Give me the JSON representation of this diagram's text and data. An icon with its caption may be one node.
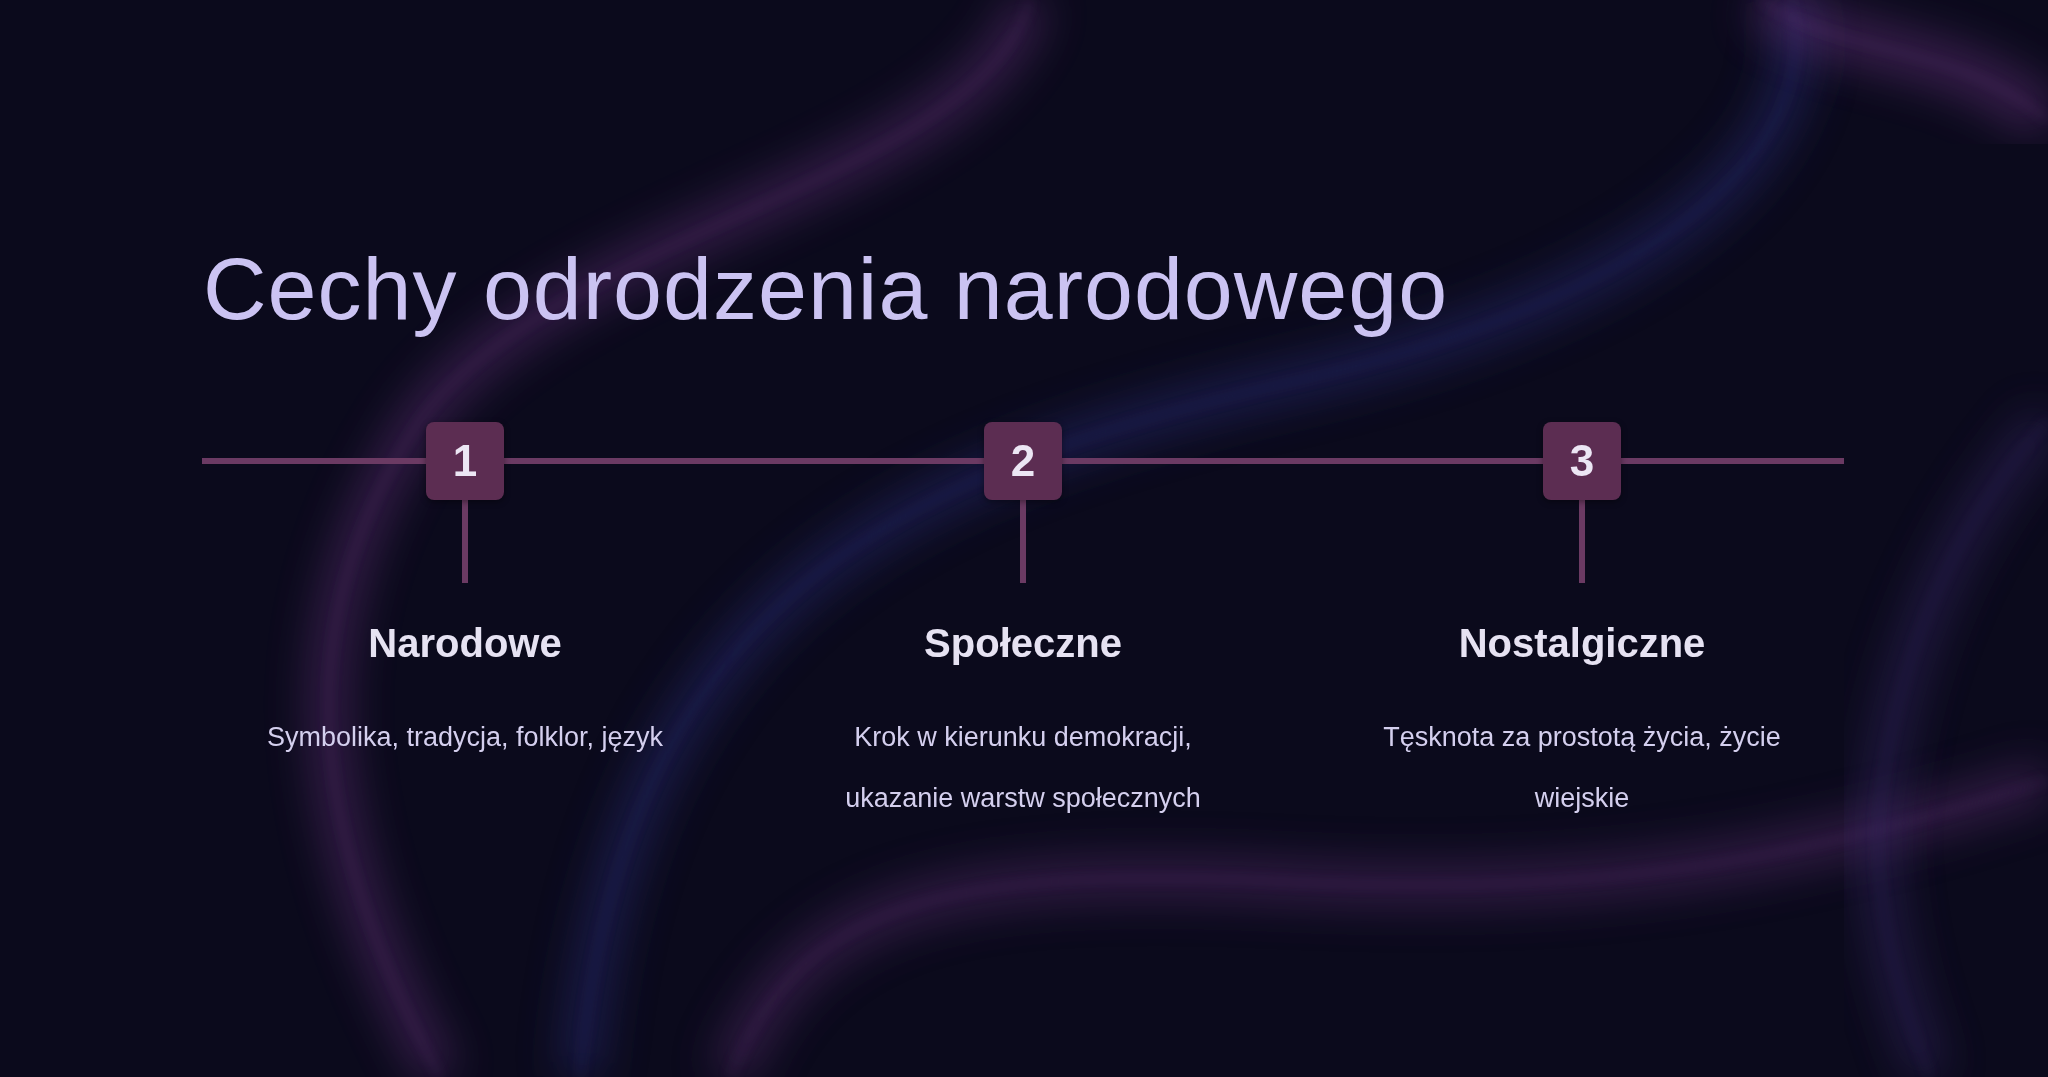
{
  "diagram": {
    "title": "Cechy odrodzenia narodowego",
    "nodes": [
      {
        "text": [
          "1"
        ]
      },
      {
        "text": [
          "Narodowe",
          "Symbolika, tradycja, folklor, język"
        ]
      },
      {
        "text": [
          "2"
        ]
      },
      {
        "text": [
          "Społeczne",
          "Krok w kierunku demokracji, ukazanie warstw społecznych"
        ]
      },
      {
        "text": [
          "3"
        ]
      },
      {
        "text": [
          "Nostalgiczne",
          "Tęsknota za prostotą życia, życie wiejskie"
        ]
      }
    ],
    "edges": [
      {
        "from": null,
        "to": 0,
        "arrow": "none"
      },
      {
        "from": 0,
        "to": 2,
        "arrow": "none"
      },
      {
        "from": 2,
        "to": 4,
        "arrow": "none"
      },
      {
        "from": 4,
        "to": null,
        "arrow": "none"
      },
      {
        "from": 0,
        "to": 1,
        "arrow": "none"
      },
      {
        "from": 2,
        "to": 3,
        "arrow": "none"
      },
      {
        "from": 4,
        "to": 5,
        "arrow": "none"
      }
    ]
  }
}
